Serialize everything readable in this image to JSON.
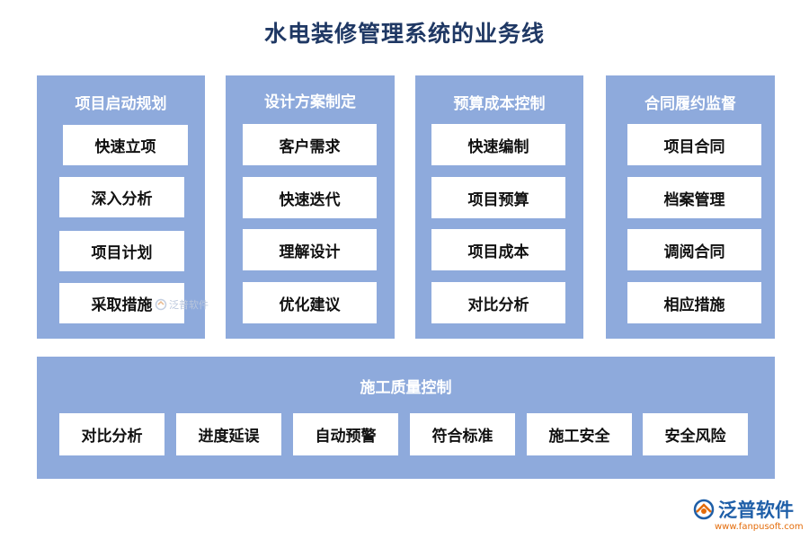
{
  "title": "水电装修管理系统的业务线",
  "columns": [
    {
      "title": "项目启动规划",
      "items": [
        "快速立项",
        "深入分析",
        "项目计划",
        "采取措施"
      ]
    },
    {
      "title": "设计方案制定",
      "items": [
        "客户需求",
        "快速迭代",
        "理解设计",
        "优化建议"
      ]
    },
    {
      "title": "预算成本控制",
      "items": [
        "快速编制",
        "项目预算",
        "项目成本",
        "对比分析"
      ]
    },
    {
      "title": "合同履约监督",
      "items": [
        "项目合同",
        "档案管理",
        "调阅合同",
        "相应措施"
      ]
    }
  ],
  "bottom": {
    "title": "施工质量控制",
    "items": [
      "对比分析",
      "进度延误",
      "自动预警",
      "符合标准",
      "施工安全",
      "安全风险"
    ]
  },
  "watermark": {
    "text": "泛普软件"
  },
  "logo": {
    "name": "泛普软件",
    "url": "www.fanpusoft.com"
  },
  "colors": {
    "panel": "#8eaadc",
    "title": "#1f3864",
    "logo": "#1f5fa8",
    "url": "#e46c0a"
  }
}
